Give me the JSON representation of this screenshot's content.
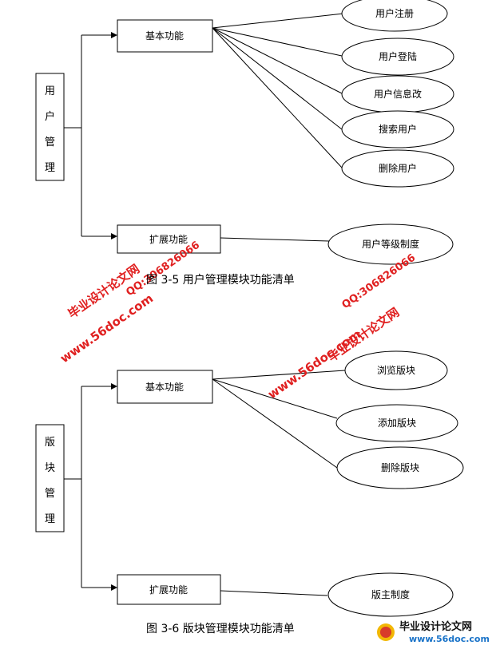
{
  "diagram1": {
    "root": "用户管理",
    "basic": "基本功能",
    "extended": "扩展功能",
    "basic_items": [
      "用户注册",
      "用户登陆",
      "用户信息改",
      "搜索用户",
      "删除用户"
    ],
    "extended_items": [
      "用户等级制度"
    ],
    "caption": "图 3-5 用户管理模块功能清单"
  },
  "diagram2": {
    "root": "版块管理",
    "basic": "基本功能",
    "extended": "扩展功能",
    "basic_items": [
      "浏览版块",
      "添加版块",
      "删除版块"
    ],
    "extended_items": [
      "版主制度"
    ],
    "caption": "图 3-6 版块管理模块功能清单"
  },
  "watermarks": {
    "site": "www.56doc.com",
    "name": "毕业设计论文网",
    "qq": "QQ:306826066"
  },
  "footer_logo": {
    "name": "毕业设计论文网",
    "site": "www.56doc.com"
  },
  "colors": {
    "watermark": "#e02020",
    "footer_site": "#1a73c8"
  }
}
